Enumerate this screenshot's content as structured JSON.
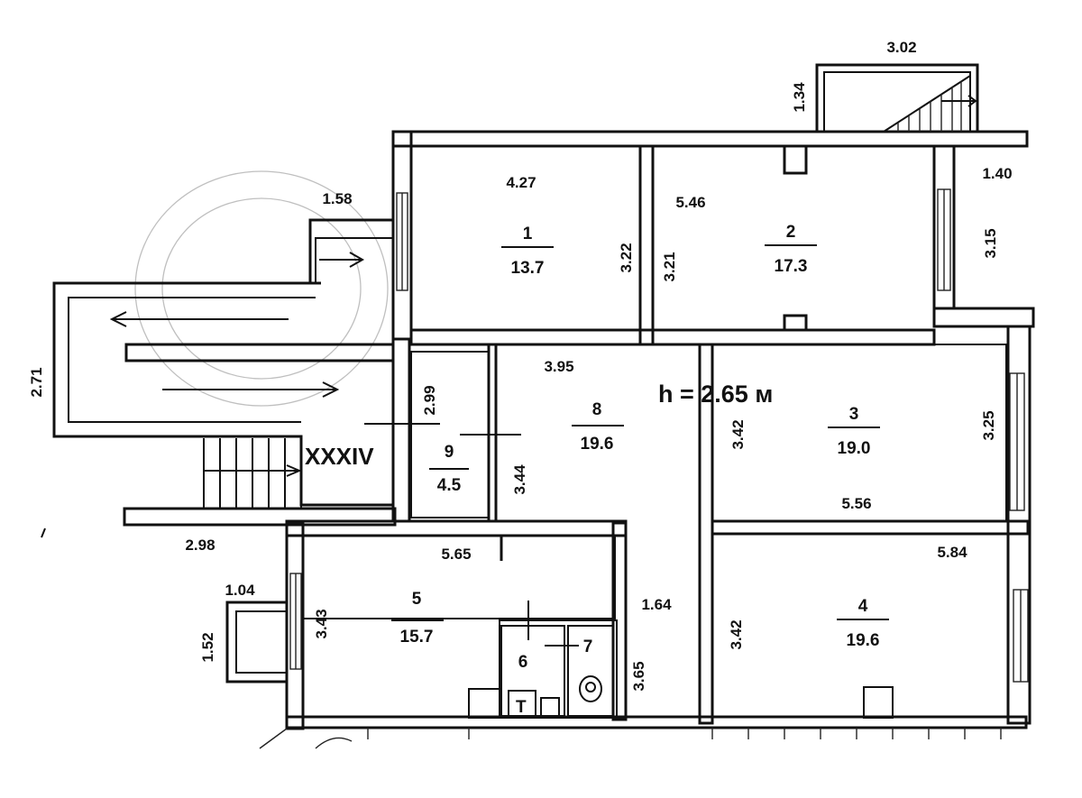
{
  "plan": {
    "height_label": "h = 2.65 м",
    "entrance_label": "XXXIV",
    "rooms": [
      {
        "number": "1",
        "area": "13.7"
      },
      {
        "number": "2",
        "area": "17.3"
      },
      {
        "number": "3",
        "area": "19.0"
      },
      {
        "number": "4",
        "area": "19.6"
      },
      {
        "number": "5",
        "area": "15.7"
      },
      {
        "number": "6",
        "area": ""
      },
      {
        "number": "7",
        "area": ""
      },
      {
        "number": "8",
        "area": "19.6"
      },
      {
        "number": "9",
        "area": "4.5"
      }
    ],
    "dimensions": {
      "balcony_width": "3.02",
      "balcony_depth": "1.34",
      "r1_width": "4.27",
      "r1_height": "3.22",
      "r2_width": "5.46",
      "r2_height": "3.21",
      "right_top_width": "1.40",
      "right_top_height": "3.15",
      "left_top": "1.58",
      "stair_height": "2.71",
      "r8_width": "3.95",
      "r9_height": "2.99",
      "r8_height": "3.44",
      "r3_height": "3.42",
      "r3_width": "5.56",
      "right_mid_height": "3.25",
      "stair_width": "2.98",
      "r5_width": "5.65",
      "r4_width": "5.84",
      "corridor_width": "1.64",
      "r5_height": "3.43",
      "r4_height": "3.42",
      "corridor_height": "3.65",
      "small_balcony_width": "1.04",
      "small_balcony_height": "1.52"
    }
  }
}
